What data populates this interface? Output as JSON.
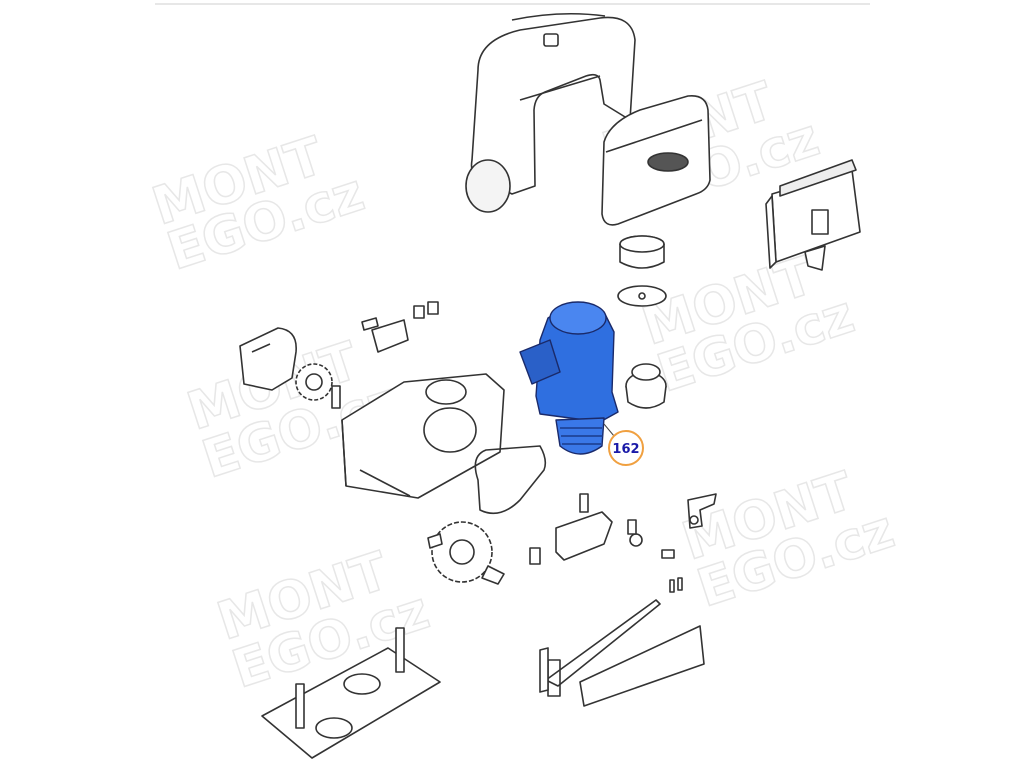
{
  "diagram": {
    "callout_label": "162",
    "highlight_color": "#2f6fe0",
    "callout_ring_color": "#f0a040",
    "watermark_text_line1": "MONT",
    "watermark_text_line2": "EGO.cz"
  }
}
